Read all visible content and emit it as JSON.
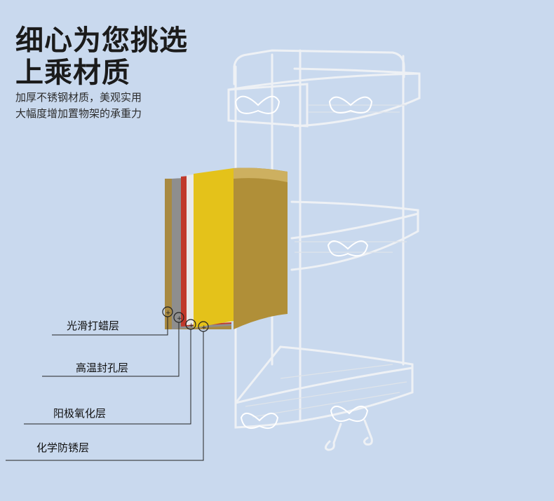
{
  "headline": {
    "line1": "细心为您挑选",
    "line2": "上乘材质"
  },
  "subheadline": {
    "line1": "加厚不锈钢材质，美观实用",
    "line2": "大幅度增加置物架的承重力"
  },
  "layers": [
    {
      "label": "光滑打蜡层"
    },
    {
      "label": "高温封孔层"
    },
    {
      "label": "阳极氧化层"
    },
    {
      "label": "化学防锈层"
    }
  ],
  "colors": {
    "background": "#c9d9ee",
    "gold": "#e4c21a",
    "bronze": "#b08f38",
    "red": "#c0392b",
    "rack": "#f2f4f7"
  }
}
